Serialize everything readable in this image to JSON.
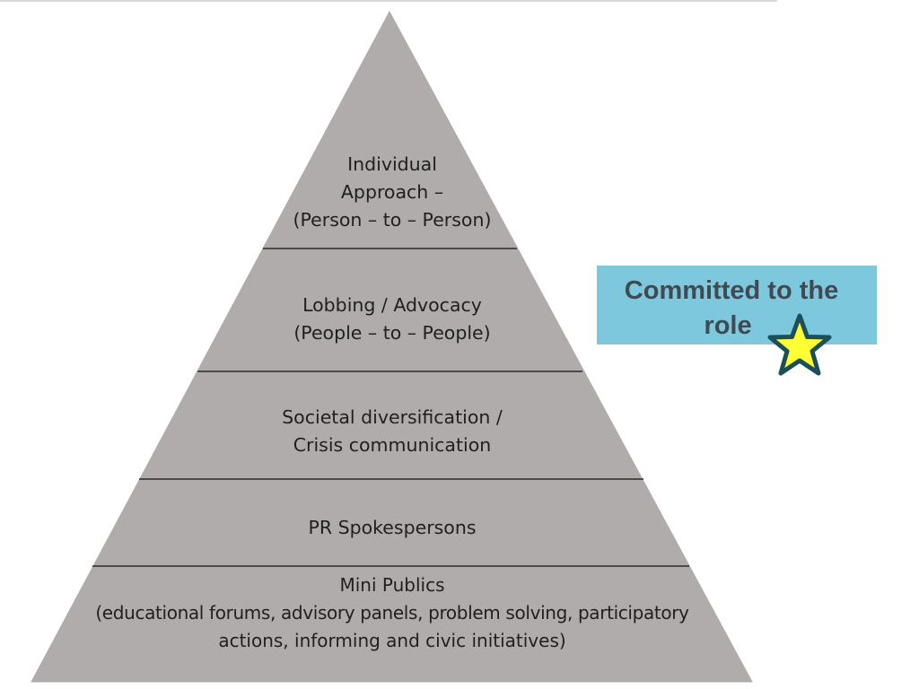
{
  "pyramid": {
    "tiers": [
      {
        "lines": [
          "Individual",
          "Approach –",
          "(Person – to – Person)"
        ]
      },
      {
        "lines": [
          "Lobbing / Advocacy",
          "(People – to – People)"
        ]
      },
      {
        "lines": [
          "Societal diversification /",
          "Crisis communication"
        ]
      },
      {
        "lines": [
          "PR Spokespersons"
        ]
      },
      {
        "lines": [
          "Mini Publics",
          "(educational forums, advisory panels, problem solving, participatory",
          "actions, informing and civic initiatives)"
        ]
      }
    ],
    "fill_color": "#b0acac",
    "line_color": "#2a2a2a"
  },
  "callout": {
    "lines": [
      "Committed to the",
      "role"
    ],
    "background_color": "#7ec8de",
    "text_color": "#3f4a52",
    "icon": "star-icon",
    "icon_fill": "#ffff33",
    "icon_stroke": "#1b4f5a"
  }
}
